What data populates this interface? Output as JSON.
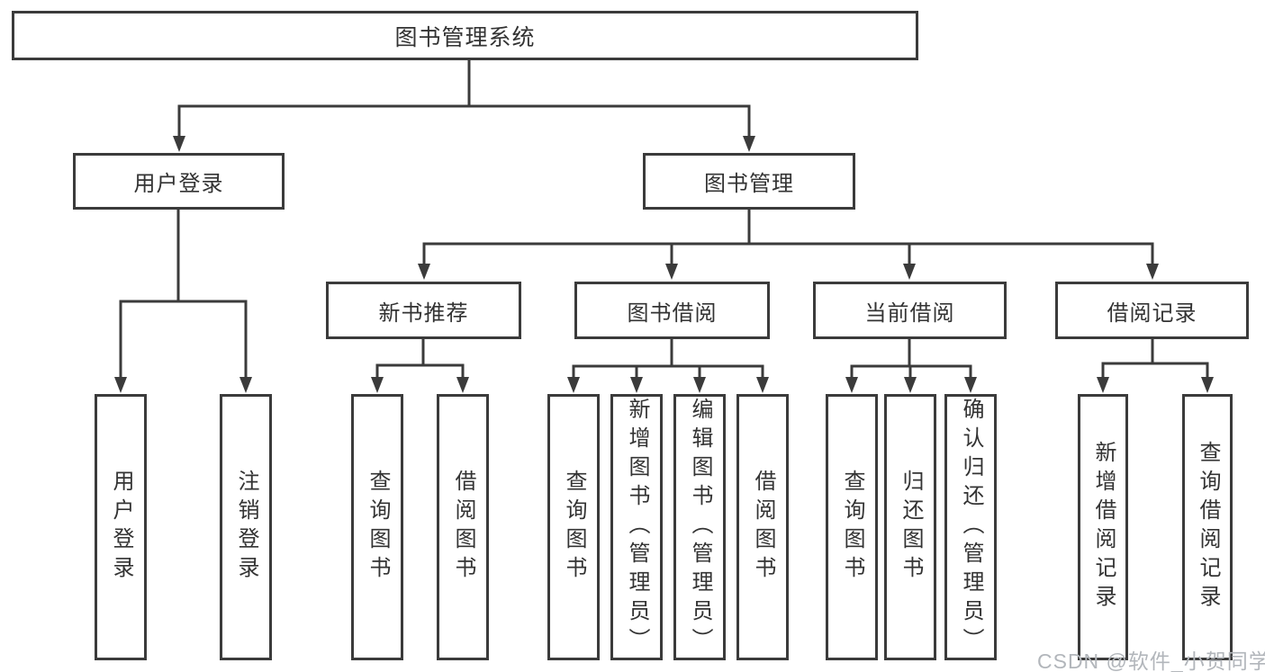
{
  "diagram_title": "图书管理系统",
  "colors": {
    "line": "#3b3b3b",
    "text": "#333333",
    "watermark": "#b2b6bb",
    "background": "#ffffff"
  },
  "tree": {
    "label": "图书管理系统",
    "children": [
      {
        "label": "用户登录",
        "children": [
          {
            "label": "用户登录"
          },
          {
            "label": "注销登录"
          }
        ]
      },
      {
        "label": "图书管理",
        "children": [
          {
            "label": "新书推荐",
            "children": [
              {
                "label": "查询图书"
              },
              {
                "label": "借阅图书"
              }
            ]
          },
          {
            "label": "图书借阅",
            "children": [
              {
                "label": "查询图书"
              },
              {
                "label": "新增图书（管理员）"
              },
              {
                "label": "编辑图书（管理员）"
              },
              {
                "label": "借阅图书"
              }
            ]
          },
          {
            "label": "当前借阅",
            "children": [
              {
                "label": "查询图书"
              },
              {
                "label": "归还图书"
              },
              {
                "label": "确认归还（管理员）"
              }
            ]
          },
          {
            "label": "借阅记录",
            "children": [
              {
                "label": "新增借阅记录"
              },
              {
                "label": "查询借阅记录"
              }
            ]
          }
        ]
      }
    ]
  },
  "watermark": {
    "text": "CSDN @软件_小贺同学"
  }
}
